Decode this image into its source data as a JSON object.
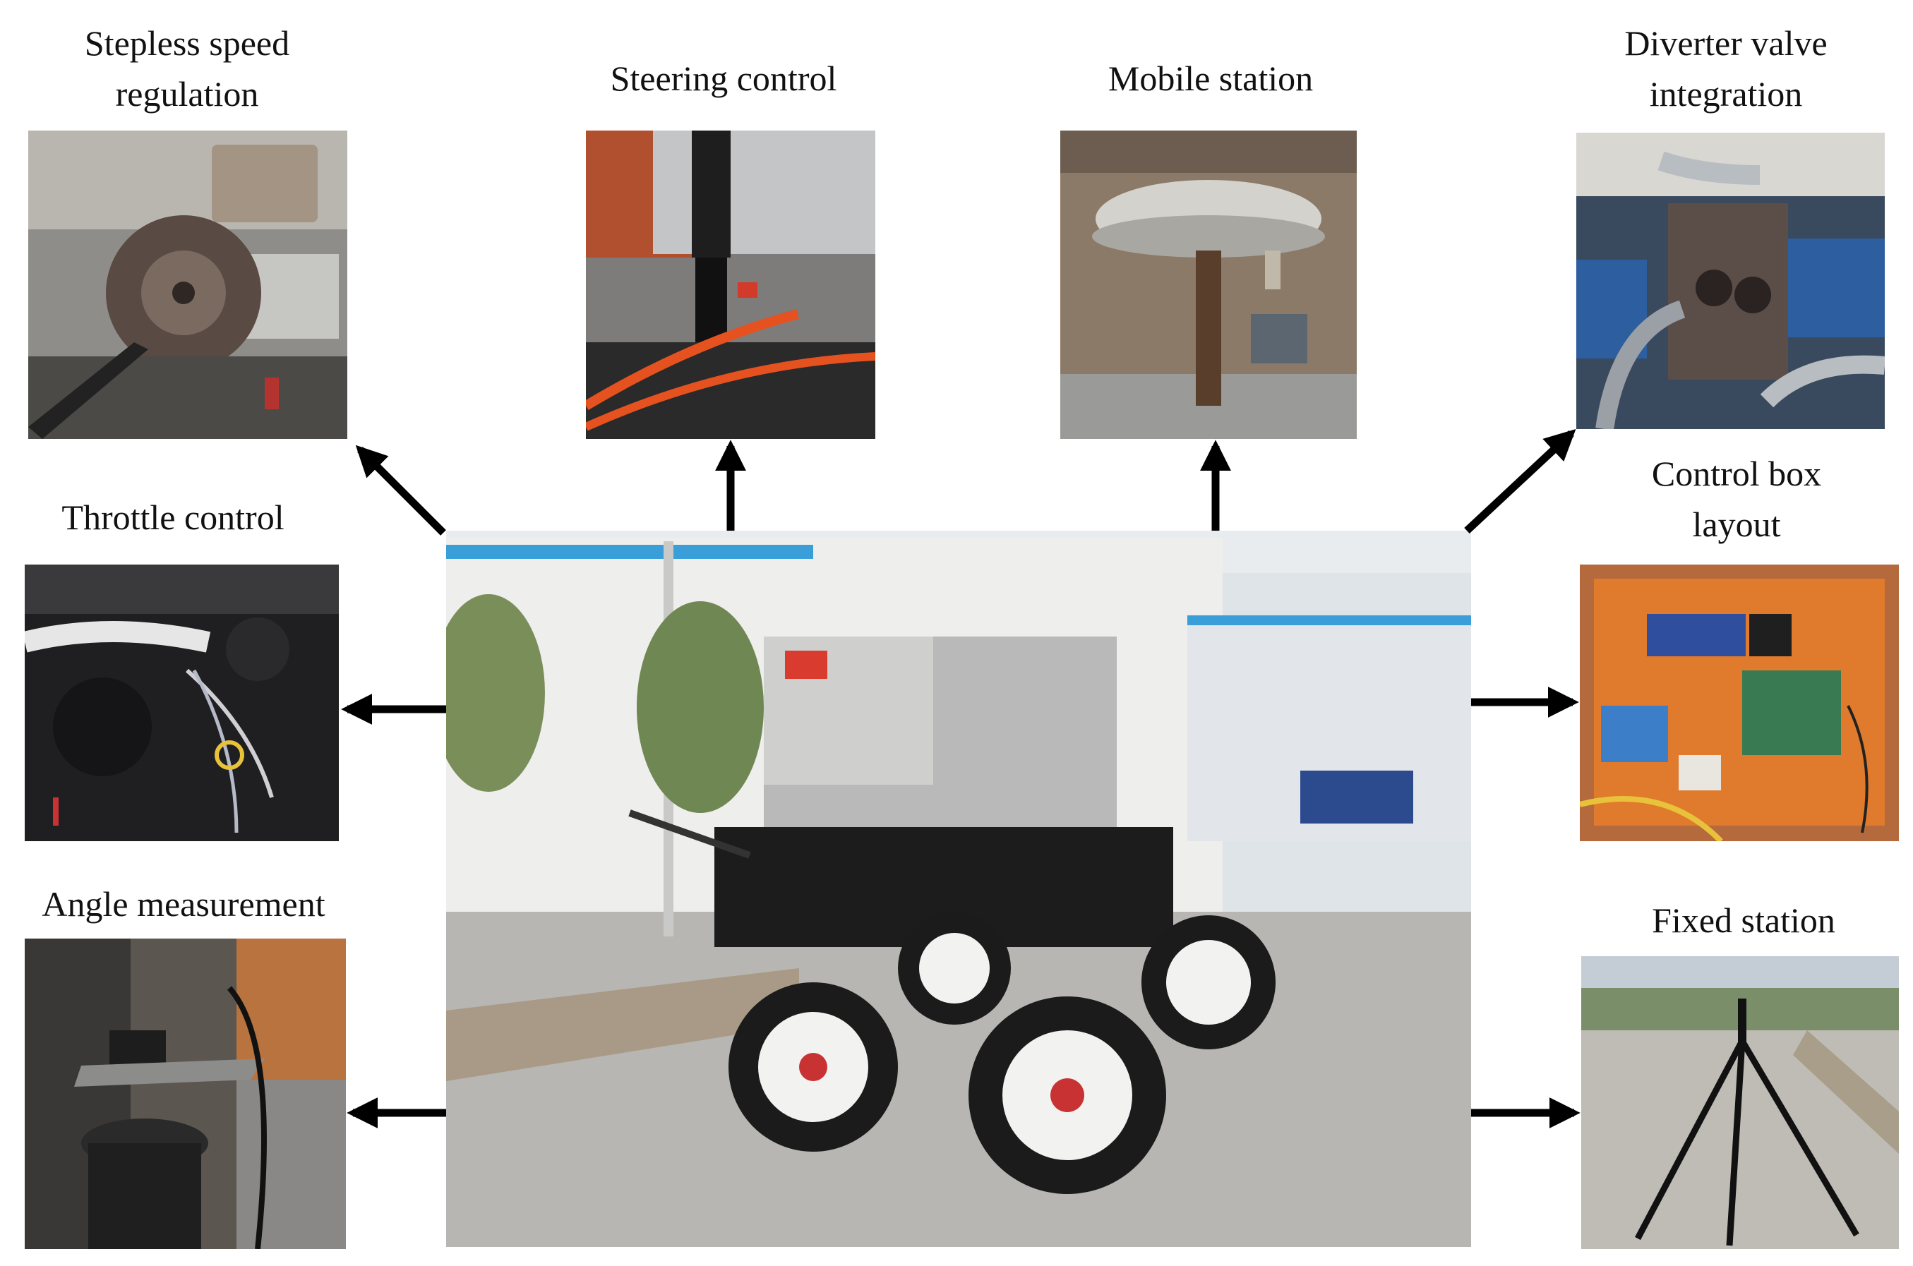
{
  "labels": {
    "stepless_line1": "Stepless speed",
    "stepless_line2": "regulation",
    "steering": "Steering control",
    "mobile": "Mobile station",
    "diverter_line1": "Diverter valve",
    "diverter_line2": "integration",
    "throttle": "Throttle control",
    "control_box_line1": "Control box",
    "control_box_line2": "layout",
    "angle": "Angle measurement",
    "fixed": "Fixed station"
  }
}
